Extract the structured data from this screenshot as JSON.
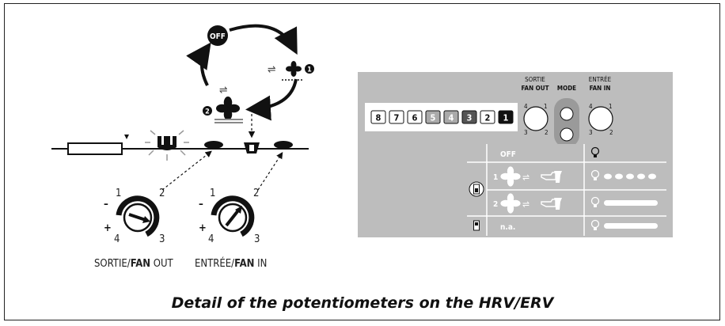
{
  "caption": "Detail of the potentiometers on the HRV/ERV",
  "left_diagram": {
    "cycle": {
      "off_label": "OFF",
      "step1": "1",
      "step2": "2"
    },
    "dial_out": {
      "label_prefix": "SORTIE/",
      "label_bold": "FAN",
      "label_suffix": " OUT",
      "ticks": [
        "1",
        "2",
        "3",
        "4"
      ],
      "minus": "–",
      "plus": "+"
    },
    "dial_in": {
      "label_prefix": "ENTRÉE/",
      "label_bold": "FAN",
      "label_suffix": " IN",
      "ticks": [
        "1",
        "2",
        "3",
        "4"
      ],
      "minus": "–",
      "plus": "+"
    }
  },
  "panel": {
    "led_digits": [
      "8",
      "7",
      "6",
      "5",
      "4",
      "3",
      "2",
      "1"
    ],
    "knob_out": {
      "label_top": "SORTIE",
      "label_bottom": "FAN OUT",
      "scale": [
        "4",
        "1",
        "3",
        "2"
      ]
    },
    "mode_label": "MODE",
    "knob_in": {
      "label_top": "ENTRÉE",
      "label_bottom": "FAN IN",
      "scale": [
        "4",
        "1",
        "3",
        "2"
      ]
    },
    "rows": [
      {
        "number": "",
        "label": "OFF"
      },
      {
        "number": "1",
        "label": ""
      },
      {
        "number": "2",
        "label": ""
      },
      {
        "number": "",
        "label": "n.a."
      }
    ]
  },
  "colors": {
    "panel_bg": "#bdbdbd",
    "panel_dark": "#9a9a9a",
    "ink": "#111111"
  }
}
